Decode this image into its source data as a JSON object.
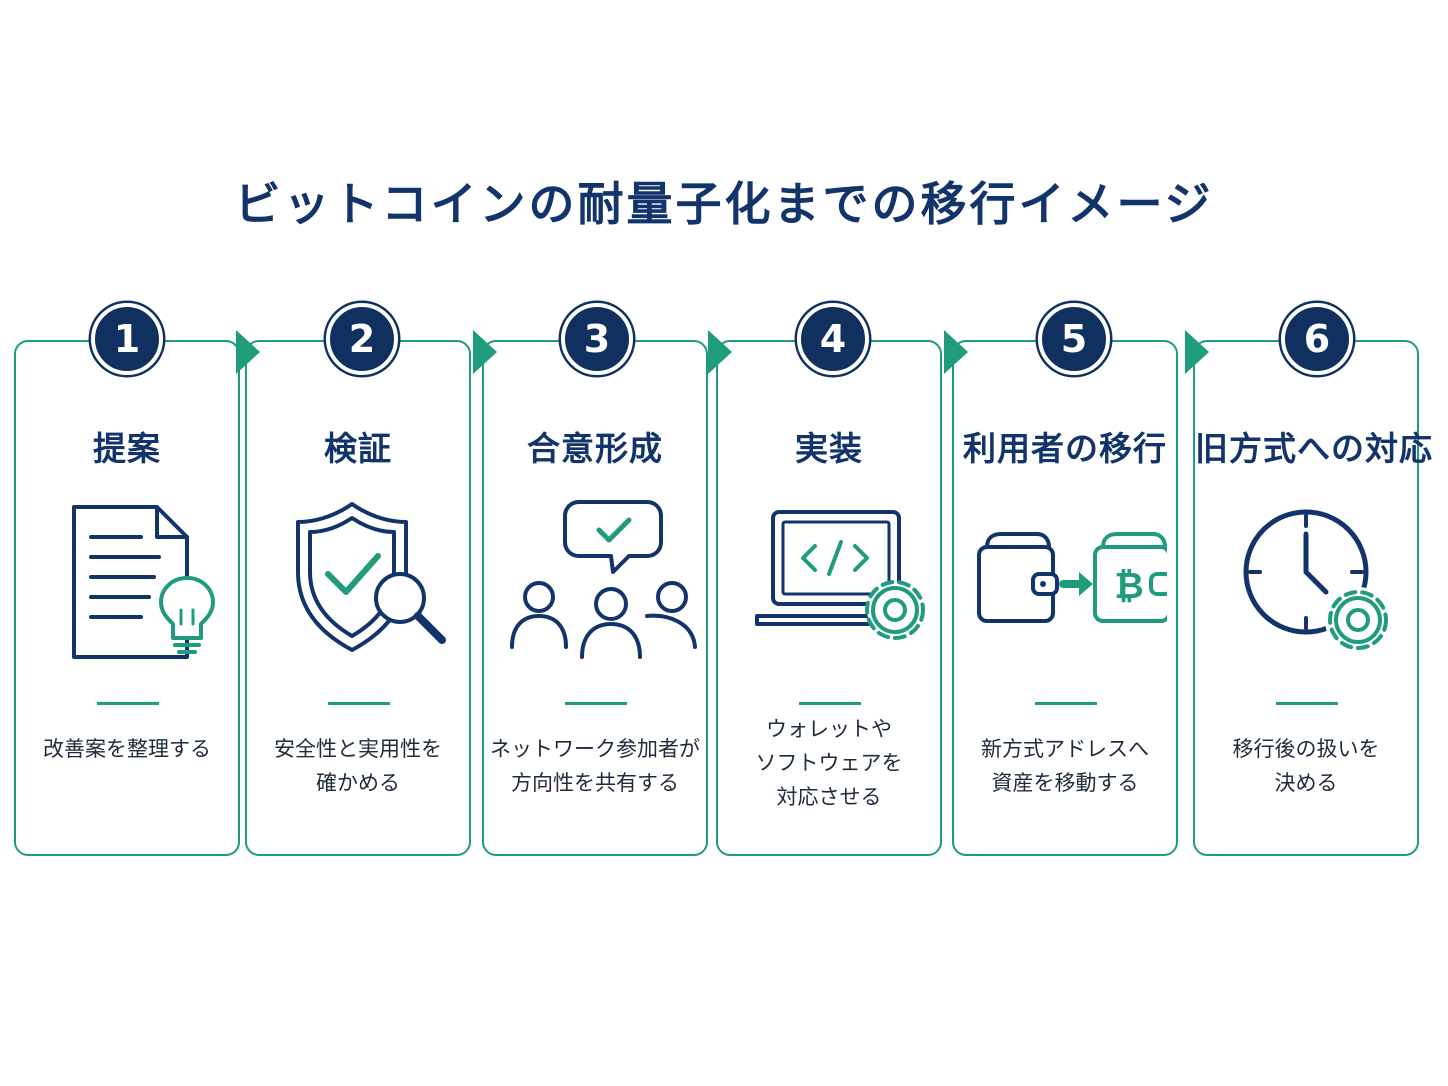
{
  "title": "ビットコインの耐量子化までの移行イメージ",
  "colors": {
    "navy": "#12346b",
    "green": "#1f9c7c"
  },
  "steps": [
    {
      "number": "1",
      "title": "提案",
      "icon": "document-lightbulb-icon",
      "desc": [
        "改善案を整理する"
      ]
    },
    {
      "number": "2",
      "title": "検証",
      "icon": "shield-magnifier-icon",
      "desc": [
        "安全性と実用性を",
        "確かめる"
      ]
    },
    {
      "number": "3",
      "title": "合意形成",
      "icon": "people-check-bubble-icon",
      "desc": [
        "ネットワーク参加者が",
        "方向性を共有する"
      ]
    },
    {
      "number": "4",
      "title": "実装",
      "icon": "laptop-code-gear-icon",
      "desc": [
        "ウォレットや",
        "ソフトウェアを",
        "対応させる"
      ]
    },
    {
      "number": "5",
      "title": "利用者の移行",
      "icon": "wallet-transfer-bitcoin-icon",
      "desc": [
        "新方式アドレスへ",
        "資産を移動する"
      ]
    },
    {
      "number": "6",
      "title": "旧方式への対応",
      "icon": "clock-gear-icon",
      "desc": [
        "移行後の扱いを",
        "決める"
      ]
    }
  ]
}
